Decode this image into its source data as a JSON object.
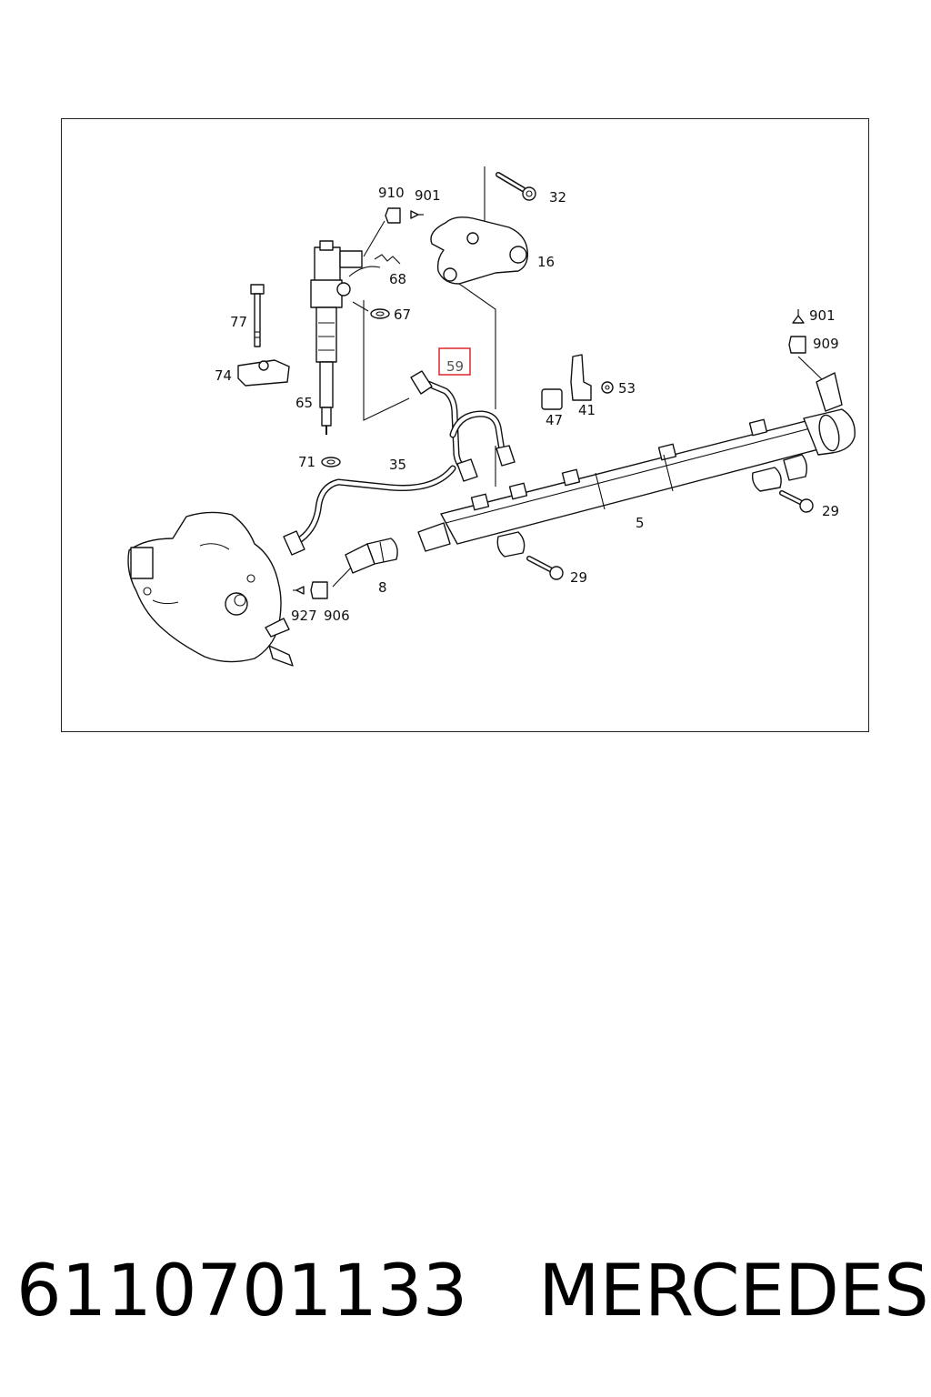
{
  "diagram": {
    "labels": {
      "l32": "32",
      "l910": "910",
      "l901a": "901",
      "l16": "16",
      "l68": "68",
      "l67": "67",
      "l77": "77",
      "l74": "74",
      "l65": "65",
      "l59": "59",
      "l901b": "901",
      "l909": "909",
      "l53": "53",
      "l47": "47",
      "l41": "41",
      "l71": "71",
      "l35": "35",
      "l5": "5",
      "l29a": "29",
      "l29b": "29",
      "l8": "8",
      "l927": "927",
      "l906": "906"
    },
    "highlighted_label": "59",
    "highlight_color": "#d9262c"
  },
  "footer": {
    "part_number": "6110701133",
    "brand": "MERCEDES"
  }
}
